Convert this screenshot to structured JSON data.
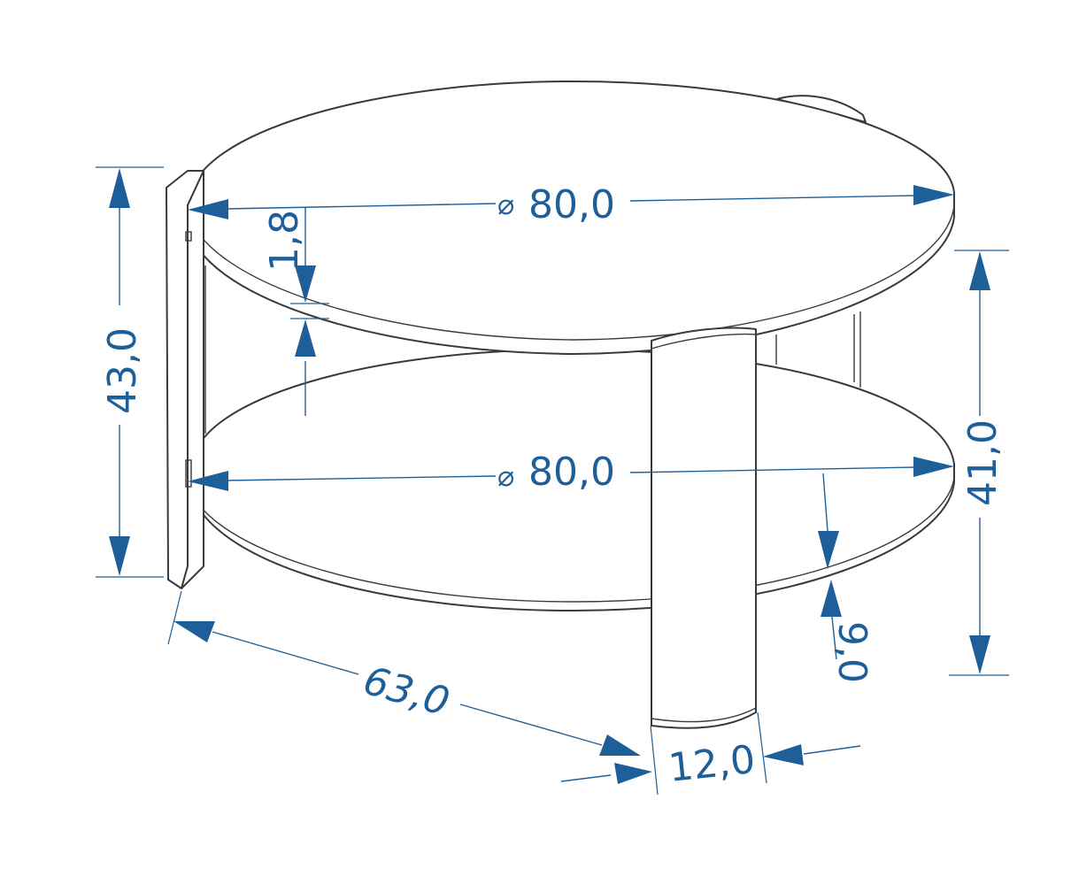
{
  "dimensions": {
    "top_diameter": {
      "symbol": "⌀",
      "value": "80,0"
    },
    "shelf_diameter": {
      "symbol": "⌀",
      "value": "80,0"
    },
    "top_thickness": "1,8",
    "total_height": "43,0",
    "shelf_top_height": "41,0",
    "shelf_thickness": "9,0",
    "depth": "63,0",
    "leg_width": "12,0"
  },
  "colors": {
    "dimension": "#1f5f99",
    "outline": "#3a3a3a",
    "background": "#ffffff"
  }
}
